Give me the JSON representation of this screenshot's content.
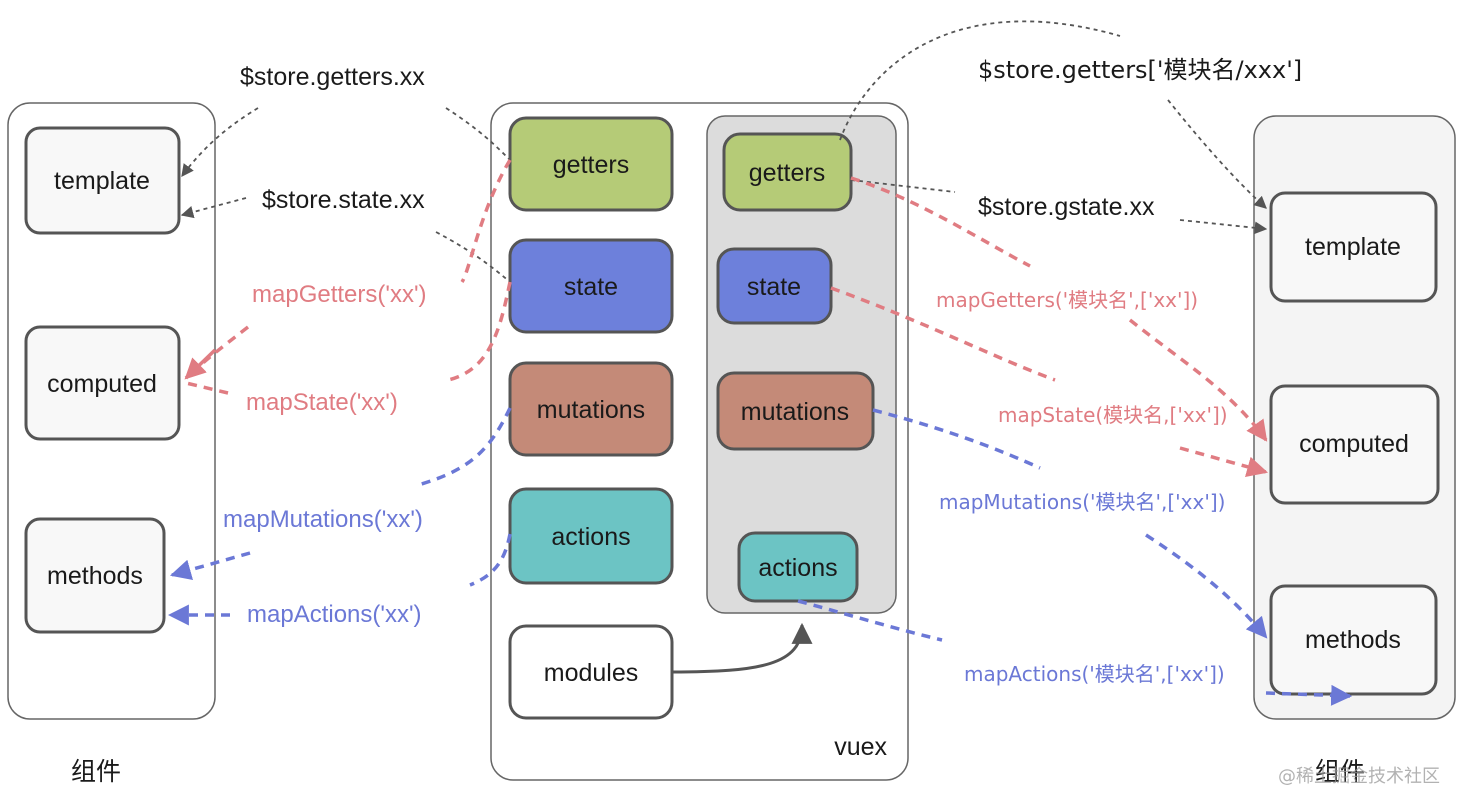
{
  "colors": {
    "pink": "#e07c82",
    "blue": "#6b78d6",
    "dark": "#555555",
    "getters_fill": "#b5cb77",
    "state_fill": "#6d80db",
    "mutations_fill": "#c48a78",
    "actions_fill": "#6cc4c4",
    "module_panel_fill": "#dcdcdc",
    "component_panel_fill": "#f4f4f4",
    "inner_box_fill": "#f8f8f8"
  },
  "left_component": {
    "caption": "组件",
    "items": [
      "template",
      "computed",
      "methods"
    ]
  },
  "right_component": {
    "caption": "组件",
    "items": [
      "template",
      "computed",
      "methods"
    ]
  },
  "vuex": {
    "caption": "vuex",
    "root_items": [
      "getters",
      "state",
      "mutations",
      "actions",
      "modules"
    ],
    "module_items": [
      "getters",
      "state",
      "mutations",
      "actions"
    ]
  },
  "left_labels": {
    "getters_access": "$store.getters.xx",
    "state_access": "$store.state.xx",
    "map_getters": "mapGetters('xx')",
    "map_state": "mapState('xx')",
    "map_mutations": "mapMutations('xx')",
    "map_actions": "mapActions('xx')"
  },
  "right_labels": {
    "getters_access": "$store.getters['模块名/xxx']",
    "state_access": "$store.gstate.xx",
    "map_getters": "mapGetters('模块名',['xx'])",
    "map_state": "mapState(模块名,['xx'])",
    "map_mutations": "mapMutations('模块名',['xx'])",
    "map_actions": "mapActions('模块名',['xx'])"
  },
  "watermark": "@稀土掘金技术社区"
}
